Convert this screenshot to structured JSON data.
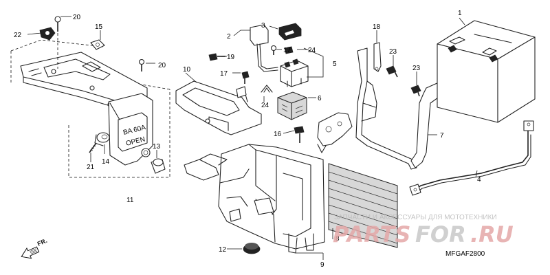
{
  "parts": [
    {
      "id": "callout-1",
      "label": "1"
    },
    {
      "id": "callout-2",
      "label": "2"
    },
    {
      "id": "callout-3",
      "label": "3"
    },
    {
      "id": "callout-4",
      "label": "4"
    },
    {
      "id": "callout-5",
      "label": "5"
    },
    {
      "id": "callout-6",
      "label": "6"
    },
    {
      "id": "callout-7",
      "label": "7"
    },
    {
      "id": "callout-8",
      "label": "8"
    },
    {
      "id": "callout-9",
      "label": "9"
    },
    {
      "id": "callout-10",
      "label": "10"
    },
    {
      "id": "callout-11",
      "label": "11"
    },
    {
      "id": "callout-12",
      "label": "12"
    },
    {
      "id": "callout-13",
      "label": "13"
    },
    {
      "id": "callout-14",
      "label": "14"
    },
    {
      "id": "callout-15",
      "label": "15"
    },
    {
      "id": "callout-16",
      "label": "16"
    },
    {
      "id": "callout-17a",
      "label": "17"
    },
    {
      "id": "callout-17b",
      "label": "17"
    },
    {
      "id": "callout-18",
      "label": "18"
    },
    {
      "id": "callout-19",
      "label": "19"
    },
    {
      "id": "callout-20a",
      "label": "20"
    },
    {
      "id": "callout-20b",
      "label": "20"
    },
    {
      "id": "callout-21",
      "label": "21"
    },
    {
      "id": "callout-22",
      "label": "22"
    },
    {
      "id": "callout-23a",
      "label": "23"
    },
    {
      "id": "callout-23b",
      "label": "23"
    },
    {
      "id": "callout-24a",
      "label": "24"
    },
    {
      "id": "callout-24b",
      "label": "24"
    }
  ],
  "diagram_code": "MFGAF2800",
  "front_label": "FR.",
  "watermark": {
    "line": "ЗАПЧАСТИ И АКСЕССУАРЫ ДЛЯ МОТОТЕХНИКИ",
    "brand_a": "PARTS",
    "brand_b": "FOR",
    "brand_c": ".RU"
  },
  "colors": {
    "line": "#222222",
    "watermark_red": "#e4a8a8",
    "watermark_grey": "#c8c8c8"
  }
}
